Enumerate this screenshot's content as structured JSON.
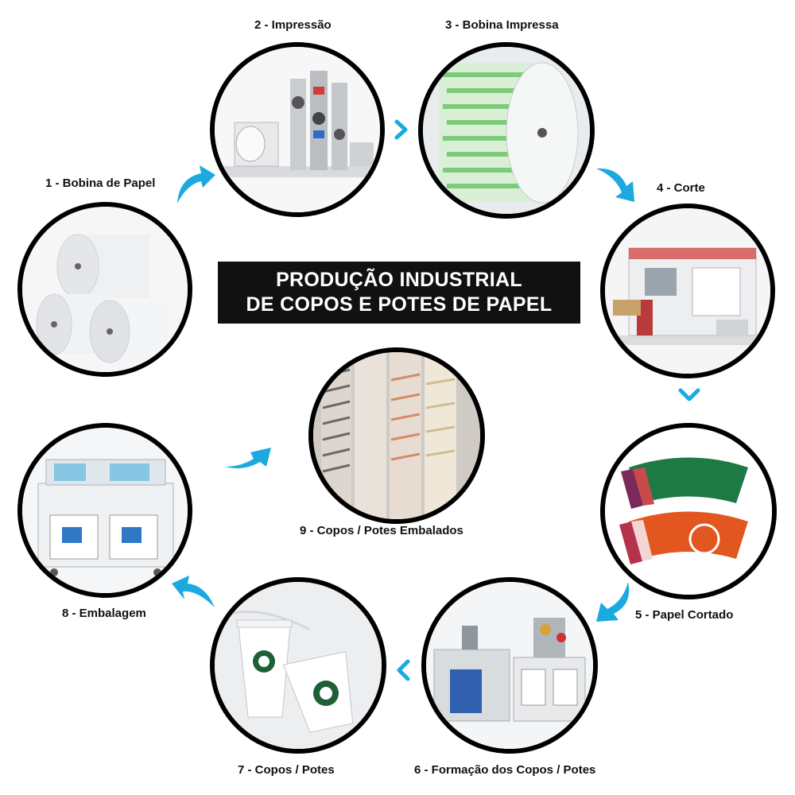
{
  "title": {
    "line1": "PRODUÇÃO INDUSTRIAL",
    "line2": "DE COPOS E POTES DE PAPEL"
  },
  "steps": [
    {
      "label": "1 - Bobina de Papel"
    },
    {
      "label": "2 - Impressão"
    },
    {
      "label": "3 - Bobina Impressa"
    },
    {
      "label": "4 - Corte"
    },
    {
      "label": "5 - Papel Cortado"
    },
    {
      "label": "6 - Formação dos Copos / Potes"
    },
    {
      "label": "7 - Copos / Potes"
    },
    {
      "label": "8 - Embalagem"
    },
    {
      "label": "9 - Copos / Potes Embalados"
    }
  ],
  "colors": {
    "arrow": "#1ba9e0",
    "arrow_dark": "#0a6f9e",
    "title_bg": "#111111",
    "circle_border": "#000000",
    "cup_sleeve_green": "#1e7a45",
    "cup_sleeve_orange": "#e2571f"
  },
  "icons": {
    "arrow": "curved-arrow-icon",
    "chevron": "chevron-icon"
  }
}
